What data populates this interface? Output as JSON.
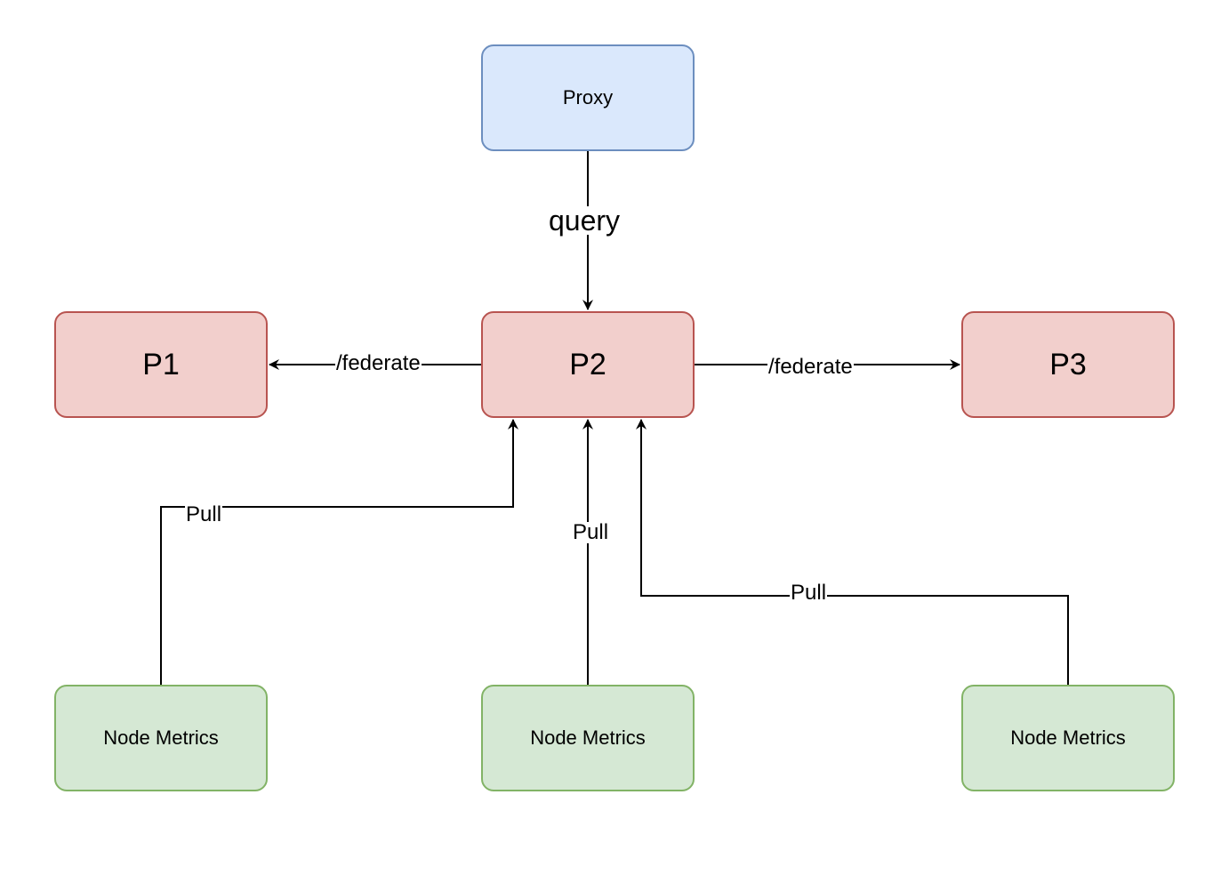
{
  "nodes": {
    "proxy": {
      "label": "Proxy",
      "fill": "#dae8fc",
      "stroke": "#6c8ebf"
    },
    "p1": {
      "label": "P1",
      "fill": "#f2cfcc",
      "stroke": "#b85450"
    },
    "p2": {
      "label": "P2",
      "fill": "#f2cfcc",
      "stroke": "#b85450"
    },
    "p3": {
      "label": "P3",
      "fill": "#f2cfcc",
      "stroke": "#b85450"
    },
    "node_metrics_1": {
      "label": "Node Metrics",
      "fill": "#d5e8d4",
      "stroke": "#82b366"
    },
    "node_metrics_2": {
      "label": "Node Metrics",
      "fill": "#d5e8d4",
      "stroke": "#82b366"
    },
    "node_metrics_3": {
      "label": "Node Metrics",
      "fill": "#d5e8d4",
      "stroke": "#82b366"
    }
  },
  "edges": [
    {
      "from": "proxy",
      "to": "p2",
      "label": "query"
    },
    {
      "from": "p2",
      "to": "p1",
      "label": "/federate"
    },
    {
      "from": "p2",
      "to": "p3",
      "label": "/federate"
    },
    {
      "from": "node_metrics_1",
      "to": "p2",
      "label": "Pull"
    },
    {
      "from": "node_metrics_2",
      "to": "p2",
      "label": "Pull"
    },
    {
      "from": "node_metrics_3",
      "to": "p2",
      "label": "Pull"
    }
  ],
  "colors": {
    "edge": "#000000",
    "background": "#ffffff"
  }
}
